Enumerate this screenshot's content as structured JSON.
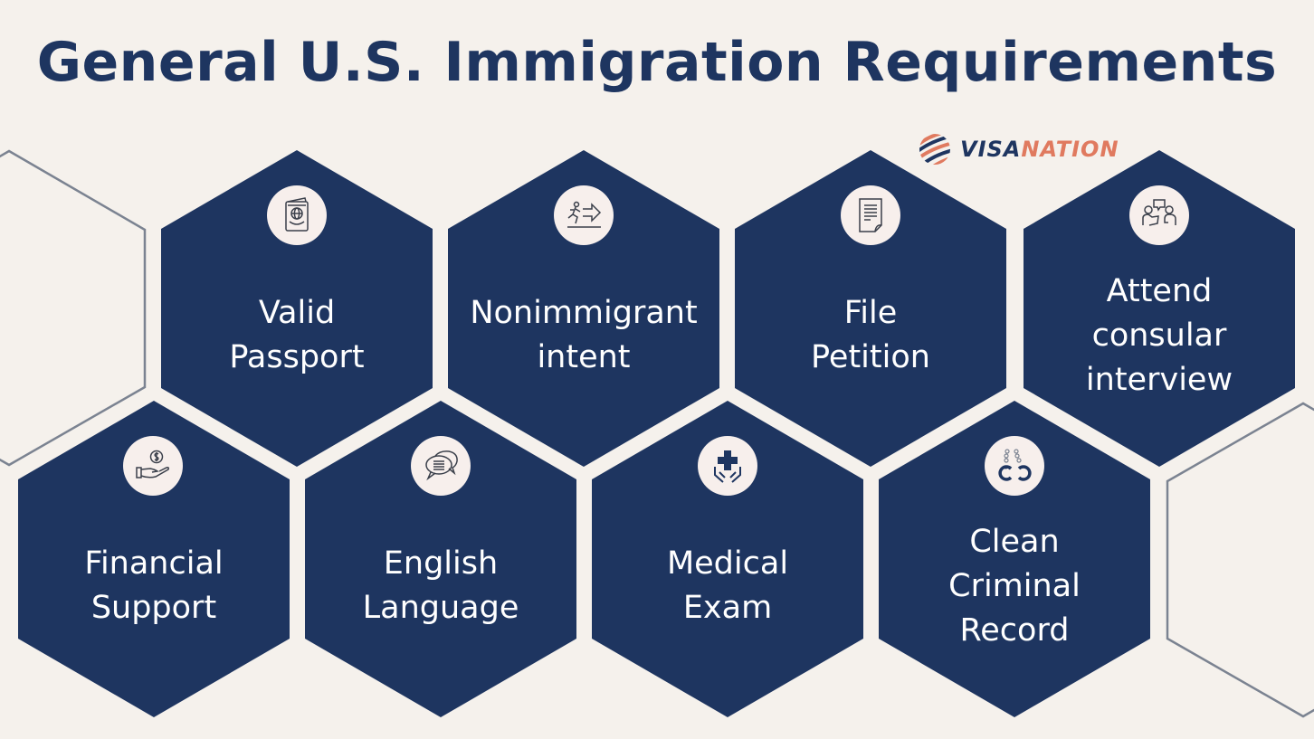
{
  "title": "General U.S. Immigration Requirements",
  "brand": {
    "part1": "VISA",
    "part2": "NATION",
    "colors": {
      "navy": "#1e3560",
      "coral": "#e07a5f"
    }
  },
  "colors": {
    "background": "#f5f1ec",
    "hexagon_fill": "#1e3560",
    "hexagon_outline": "#7b8391",
    "icon_bg": "#f7efec"
  },
  "requirements": [
    {
      "label": "Valid Passport",
      "lines": [
        "Valid",
        "Passport"
      ],
      "icon": "passport-icon"
    },
    {
      "label": "Nonimmigrant intent",
      "lines": [
        "Nonimmigrant",
        "intent"
      ],
      "icon": "running-exit-icon"
    },
    {
      "label": "File Petition",
      "lines": [
        "File",
        "Petition"
      ],
      "icon": "document-icon"
    },
    {
      "label": "Attend consular interview",
      "lines": [
        "Attend",
        "consular",
        "interview"
      ],
      "icon": "interview-icon"
    },
    {
      "label": "Financial Support",
      "lines": [
        "Financial",
        "Support"
      ],
      "icon": "money-hand-icon"
    },
    {
      "label": "English Language",
      "lines": [
        "English",
        "Language"
      ],
      "icon": "speech-bubbles-icon"
    },
    {
      "label": "Medical Exam",
      "lines": [
        "Medical",
        "Exam"
      ],
      "icon": "medical-cross-hands-icon"
    },
    {
      "label": "Clean Criminal Record",
      "lines": [
        "Clean",
        "Criminal",
        "Record"
      ],
      "icon": "handcuffs-icon"
    }
  ]
}
